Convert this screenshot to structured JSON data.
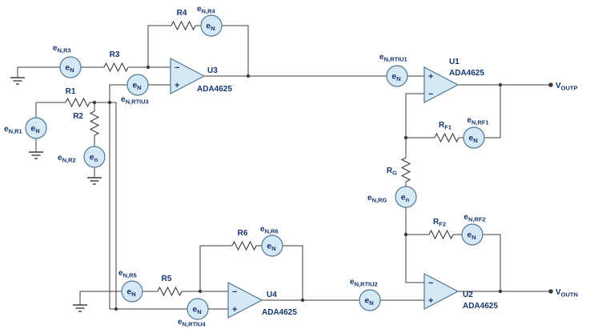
{
  "colors": {
    "component_fill": "#d4e8f5",
    "component_stroke": "#4f7794",
    "label_text": "#16356e",
    "wire": "#3c3c3c"
  },
  "signs": {
    "plus": "+",
    "minus": "−"
  },
  "opamps": {
    "U1": {
      "ref": "U1",
      "part": "ADA4625"
    },
    "U2": {
      "ref": "U2",
      "part": "ADA4625"
    },
    "U3": {
      "ref": "U3",
      "part": "ADA4625"
    },
    "U4": {
      "ref": "U4",
      "part": "ADA4625"
    }
  },
  "resistors": {
    "R1": {
      "base": "R1",
      "sub": ""
    },
    "R2": {
      "base": "R2",
      "sub": ""
    },
    "R3": {
      "base": "R3",
      "sub": ""
    },
    "R4": {
      "base": "R4",
      "sub": ""
    },
    "R5": {
      "base": "R5",
      "sub": ""
    },
    "R6": {
      "base": "R6",
      "sub": ""
    },
    "RF1": {
      "base": "R",
      "sub": "F1"
    },
    "RF2": {
      "base": "R",
      "sub": "F2"
    },
    "RG": {
      "base": "R",
      "sub": "G"
    }
  },
  "noise": {
    "en_r1": {
      "label": {
        "base": "e",
        "sub": "N,R1"
      },
      "symbol": {
        "base": "e",
        "sub": "N"
      }
    },
    "en_r2": {
      "label": {
        "base": "e",
        "sub": "N,R2"
      },
      "symbol": {
        "base": "e",
        "sub": "n"
      }
    },
    "en_r3": {
      "label": {
        "base": "e",
        "sub": "N,R3"
      },
      "symbol": {
        "base": "e",
        "sub": "N"
      }
    },
    "en_r4": {
      "label": {
        "base": "e",
        "sub": "N,R4"
      },
      "symbol": {
        "base": "e",
        "sub": "N"
      }
    },
    "en_r5": {
      "label": {
        "base": "e",
        "sub": "N,R5"
      },
      "symbol": {
        "base": "e",
        "sub": "N"
      }
    },
    "en_r6": {
      "label": {
        "base": "e",
        "sub": "N,R6"
      },
      "symbol": {
        "base": "e",
        "sub": "N"
      }
    },
    "en_rf1": {
      "label": {
        "base": "e",
        "sub": "N,RF1"
      },
      "symbol": {
        "base": "e",
        "sub": "N"
      }
    },
    "en_rf2": {
      "label": {
        "base": "e",
        "sub": "N,RF2"
      },
      "symbol": {
        "base": "e",
        "sub": "N"
      }
    },
    "en_rg": {
      "label": {
        "base": "e",
        "sub": "N,RG"
      },
      "symbol": {
        "base": "e",
        "sub": "n"
      }
    },
    "en_rtiu1": {
      "label": {
        "base": "e",
        "sub": "N,RTIU1"
      },
      "symbol": {
        "base": "e",
        "sub": "N"
      }
    },
    "en_rtiu2": {
      "label": {
        "base": "e",
        "sub": "N,RTIU2"
      },
      "symbol": {
        "base": "e",
        "sub": "N"
      }
    },
    "en_rtiu3": {
      "label": {
        "base": "e",
        "sub": "N,RTIU3"
      },
      "symbol": {
        "base": "e",
        "sub": "N"
      }
    },
    "en_rtiu4": {
      "label": {
        "base": "e",
        "sub": "N,RTIU4"
      },
      "symbol": {
        "base": "e",
        "sub": "N"
      }
    }
  },
  "outputs": {
    "voutp": {
      "base": "V",
      "sub": "OUTP"
    },
    "voutn": {
      "base": "V",
      "sub": "OUTN"
    }
  }
}
